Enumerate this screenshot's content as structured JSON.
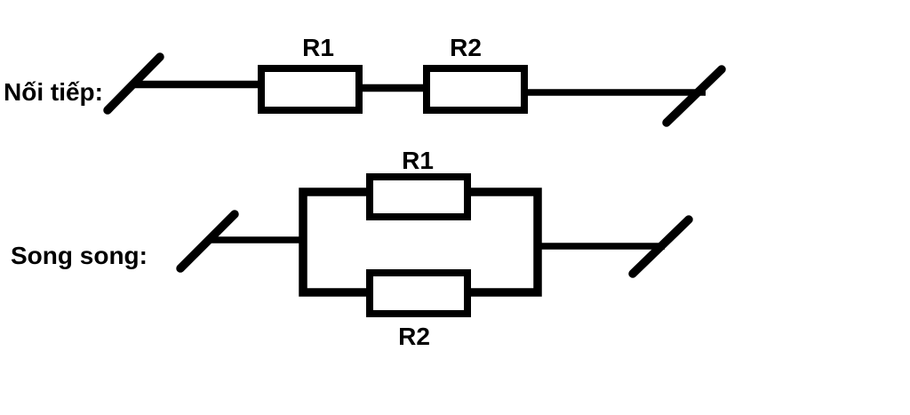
{
  "colors": {
    "background": "#ffffff",
    "ink": "#000000"
  },
  "series_circuit": {
    "label": "Nối tiếp:",
    "resistors": [
      {
        "label": "R1"
      },
      {
        "label": "R2"
      }
    ]
  },
  "parallel_circuit": {
    "label": "Song song:",
    "resistors": [
      {
        "label": "R1"
      },
      {
        "label": "R2"
      }
    ]
  }
}
